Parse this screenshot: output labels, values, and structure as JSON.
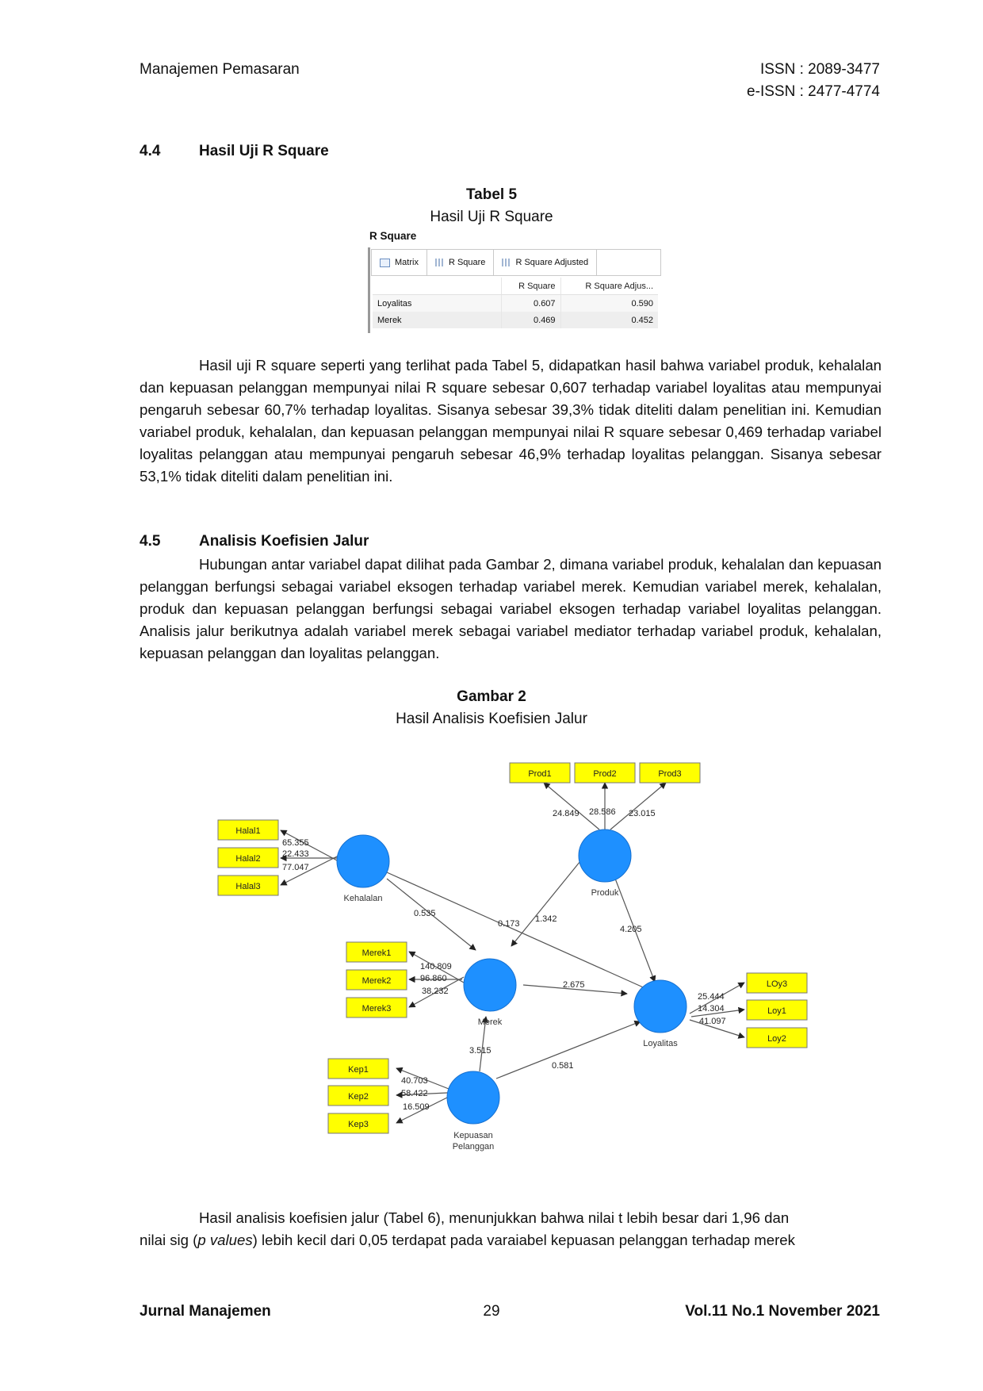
{
  "header": {
    "left": "Manajemen Pemasaran",
    "issn": "ISSN : 2089-3477",
    "eissn": "e-ISSN : 2477-4774"
  },
  "section_44": {
    "number": "4.4",
    "title": "Hasil Uji R Square"
  },
  "table5": {
    "label": "Tabel 5",
    "caption": "Hasil Uji R Square",
    "screenshot": {
      "title": "R Square",
      "tabs": [
        "Matrix",
        "R Square",
        "R Square Adjusted"
      ],
      "columns": [
        "",
        "R Square",
        "R Square Adjus..."
      ],
      "rows": [
        {
          "name": "Loyalitas",
          "r2": "0.607",
          "adj": "0.590"
        },
        {
          "name": "Merek",
          "r2": "0.469",
          "adj": "0.452"
        }
      ]
    }
  },
  "para1": "Hasil uji R square seperti yang terlihat pada Tabel 5, didapatkan hasil bahwa variabel produk, kehalalan dan kepuasan pelanggan mempunyai nilai R square sebesar 0,607 terhadap variabel loyalitas atau mempunyai pengaruh sebesar 60,7% terhadap loyalitas. Sisanya sebesar 39,3% tidak diteliti dalam penelitian ini. Kemudian variabel produk, kehalalan, dan kepuasan pelanggan mempunyai nilai R square sebesar 0,469 terhadap variabel loyalitas pelanggan atau mempunyai pengaruh sebesar 46,9% terhadap loyalitas pelanggan. Sisanya sebesar 53,1% tidak diteliti dalam penelitian ini.",
  "section_45": {
    "number": "4.5",
    "title": "Analisis Koefisien Jalur"
  },
  "para2": "Hubungan antar variabel dapat dilihat pada Gambar 2, dimana variabel produk, kehalalan dan kepuasan pelanggan berfungsi sebagai variabel eksogen terhadap variabel merek. Kemudian variabel merek, kehalalan, produk dan  kepuasan pelanggan berfungsi sebagai variabel eksogen terhadap variabel loyalitas pelanggan. Analisis jalur berikutnya adalah variabel merek sebagai variabel mediator terhadap variabel produk, kehalalan, kepuasan pelanggan dan loyalitas pelanggan.",
  "figure2": {
    "label": "Gambar 2",
    "caption": "Hasil Analisis Koefisien Jalur",
    "indicators": {
      "halal": [
        "Halal1",
        "Halal2",
        "Halal3"
      ],
      "prod": [
        "Prod1",
        "Prod2",
        "Prod3"
      ],
      "merek": [
        "Merek1",
        "Merek2",
        "Merek3"
      ],
      "loy": [
        "LOy3",
        "Loy1",
        "Loy2"
      ],
      "kep": [
        "Kep1",
        "Kep2",
        "Kep3"
      ]
    },
    "constructs": {
      "kehalalan": "Kehalalan",
      "produk": "Produk",
      "merek": "Merek",
      "loyalitas": "Loyalitas",
      "kepuasan_1": "Kepuasan",
      "kepuasan_2": "Pelanggan"
    },
    "loadings": {
      "halal": [
        "65.355",
        "22.433",
        "77.047"
      ],
      "prod": [
        "24.849",
        "28.586",
        "23.015"
      ],
      "merek": [
        "140.809",
        "96.860",
        "38.232"
      ],
      "loy": [
        "25.444",
        "14.304",
        "41.097"
      ],
      "kep": [
        "40.703",
        "58.422",
        "16.509"
      ]
    },
    "paths": {
      "kehalalan_merek": "0.535",
      "kehalalan_loyalitas": "0.173",
      "produk_merek": "1.342",
      "produk_loyalitas": "4.205",
      "merek_loyalitas": "2.675",
      "kepuasan_merek": "3.515",
      "kepuasan_loyalitas": "0.581"
    }
  },
  "para3_line1": "Hasil analisis koefisien jalur (Tabel 6), menunjukkan bahwa nilai t lebih besar dari 1,96 dan",
  "para3_line2_a": "nilai sig (",
  "para3_line2_em": "p values",
  "para3_line2_b": ") lebih kecil dari 0,05 terdapat pada varaiabel kepuasan pelanggan terhadap merek",
  "footer": {
    "left": "Jurnal Manajemen",
    "page": "29",
    "right": "Vol.11 No.1 November 2021"
  }
}
